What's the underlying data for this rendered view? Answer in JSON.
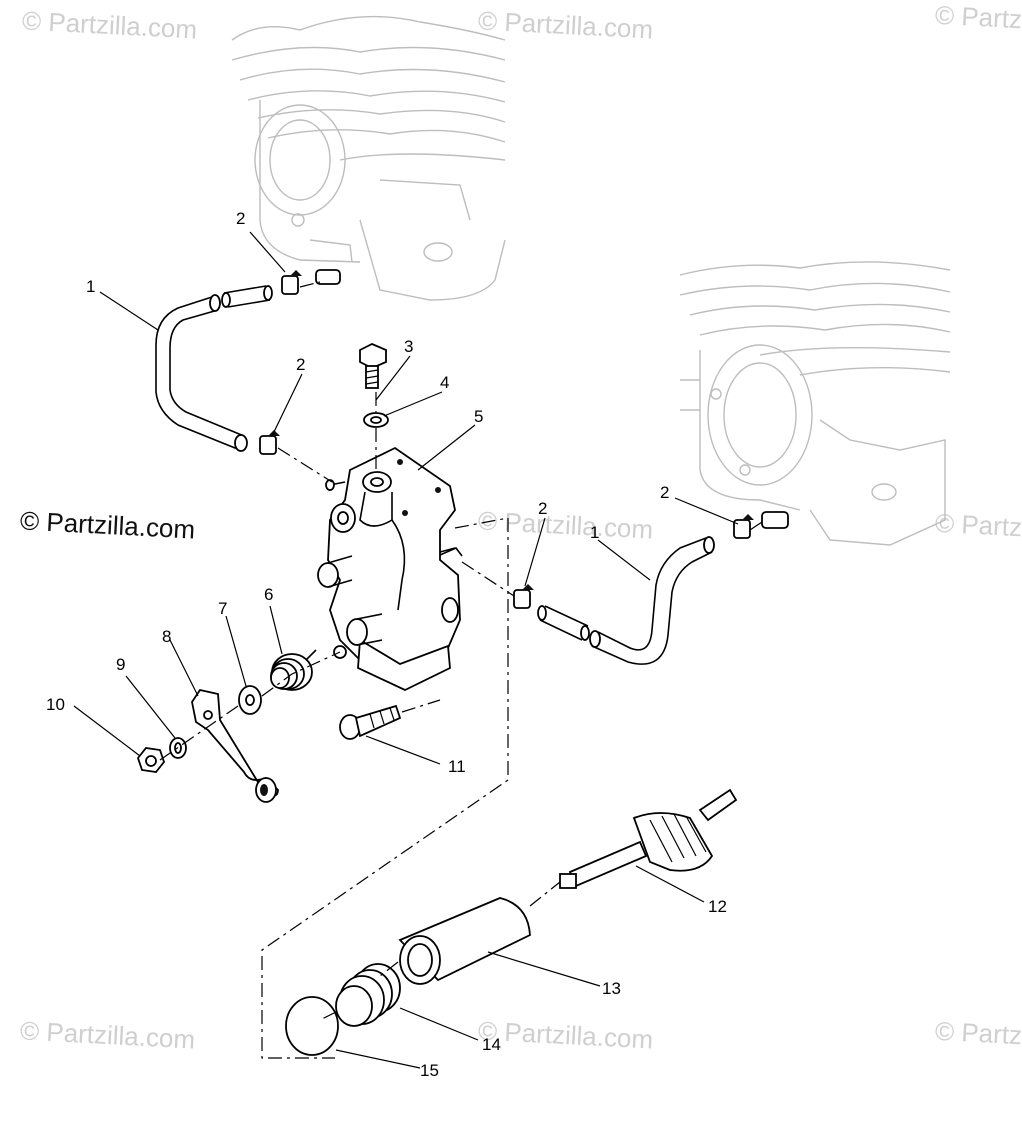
{
  "watermarks": {
    "top_left": "© Partzilla.com",
    "top_center": "© Partzilla.com",
    "top_right": "© Partz",
    "mid_left": "© Partzilla.com",
    "mid_center": "© Partzilla.com",
    "mid_right": "© Partz",
    "bottom_left": "© Partzilla.com",
    "bottom_center": "© Partzilla.com",
    "bottom_right": "© Partz"
  },
  "callouts": [
    {
      "id": "c1a",
      "label": "1"
    },
    {
      "id": "c1b",
      "label": "1"
    },
    {
      "id": "c2a",
      "label": "2"
    },
    {
      "id": "c2b",
      "label": "2"
    },
    {
      "id": "c2c",
      "label": "2"
    },
    {
      "id": "c2d",
      "label": "2"
    },
    {
      "id": "c3",
      "label": "3"
    },
    {
      "id": "c4",
      "label": "4"
    },
    {
      "id": "c5",
      "label": "5"
    },
    {
      "id": "c6",
      "label": "6"
    },
    {
      "id": "c7",
      "label": "7"
    },
    {
      "id": "c8",
      "label": "8"
    },
    {
      "id": "c9",
      "label": "9"
    },
    {
      "id": "c10",
      "label": "10"
    },
    {
      "id": "c11",
      "label": "11"
    },
    {
      "id": "c12",
      "label": "12"
    },
    {
      "id": "c13",
      "label": "13"
    },
    {
      "id": "c14",
      "label": "14"
    },
    {
      "id": "c15",
      "label": "15"
    }
  ]
}
